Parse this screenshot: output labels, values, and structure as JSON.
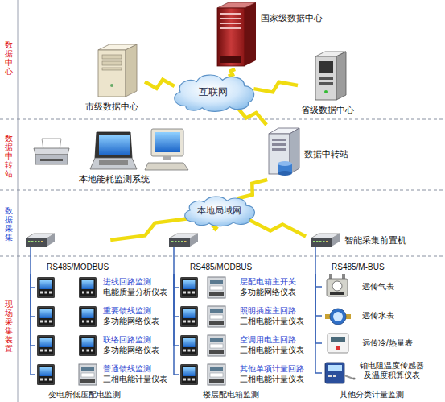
{
  "diagram": {
    "nodes": [
      {
        "text": [
          "国家级数据中心"
        ]
      },
      {
        "text": [
          "市级数据中心"
        ]
      },
      {
        "text": [
          "省级数据中心"
        ]
      },
      {
        "text": [
          "互联网"
        ]
      },
      {
        "text": [
          "本地能耗监测系统"
        ]
      },
      {
        "text": [
          "数据中转站"
        ]
      },
      {
        "text": [
          "本地局域网"
        ]
      },
      {
        "text": [
          "RS485/MODBUS"
        ]
      },
      {
        "text": [
          "RS485/MODBUS"
        ]
      },
      {
        "text": [
          "智能采集前置机",
          "RS485/M-BUS"
        ]
      },
      {
        "text": [
          "进线回路监测",
          "电能质量分析仪表"
        ]
      },
      {
        "text": [
          "重要馈线监测",
          "多功能网络仪表"
        ]
      },
      {
        "text": [
          "联络回路监测",
          "多功能网络仪表"
        ]
      },
      {
        "text": [
          "普通馈线监测",
          "三相电能计量仪表"
        ]
      },
      {
        "text": [
          "层配电箱主开关",
          "多功能网络仪表"
        ]
      },
      {
        "text": [
          "照明插座主回路",
          "三相电能计量仪表"
        ]
      },
      {
        "text": [
          "空调用电主回路",
          "三相电能计量仪表"
        ]
      },
      {
        "text": [
          "其他单项计量回路",
          "三相电能计量仪表"
        ]
      },
      {
        "text": [
          "远传气表"
        ]
      },
      {
        "text": [
          "远传水表"
        ]
      },
      {
        "text": [
          "远传冷/热量表"
        ]
      },
      {
        "text": [
          "铂电阻温度传感器 及温度积算仪表"
        ]
      }
    ],
    "edges": [
      {
        "from": 1,
        "to": 3,
        "arrow": "none"
      },
      {
        "from": 0,
        "to": 3,
        "arrow": "none"
      },
      {
        "from": 3,
        "to": 2,
        "arrow": "none"
      },
      {
        "from": 3,
        "to": 5,
        "arrow": "none"
      },
      {
        "from": 5,
        "to": 6,
        "arrow": "none"
      },
      {
        "from": 6,
        "to": 7,
        "arrow": "none"
      },
      {
        "from": 6,
        "to": 8,
        "arrow": "none"
      },
      {
        "from": 6,
        "to": 9,
        "arrow": "none"
      },
      {
        "from": 7,
        "to": 10,
        "arrow": "none"
      },
      {
        "from": 7,
        "to": 11,
        "arrow": "none"
      },
      {
        "from": 7,
        "to": 12,
        "arrow": "none"
      },
      {
        "from": 7,
        "to": 13,
        "arrow": "none"
      },
      {
        "from": 8,
        "to": 14,
        "arrow": "none"
      },
      {
        "from": 8,
        "to": 15,
        "arrow": "none"
      },
      {
        "from": 8,
        "to": 16,
        "arrow": "none"
      },
      {
        "from": 8,
        "to": 17,
        "arrow": "none"
      },
      {
        "from": 9,
        "to": 18,
        "arrow": "none"
      },
      {
        "from": 9,
        "to": 19,
        "arrow": "none"
      },
      {
        "from": 9,
        "to": 20,
        "arrow": "none"
      },
      {
        "from": 9,
        "to": 21,
        "arrow": "none"
      }
    ],
    "labels": [
      "数据中心",
      "数据中转站",
      "数据采集",
      "现场采集装置",
      "变电所低压配电监测",
      "楼层配电箱监测",
      "其他分类计量监测"
    ]
  }
}
